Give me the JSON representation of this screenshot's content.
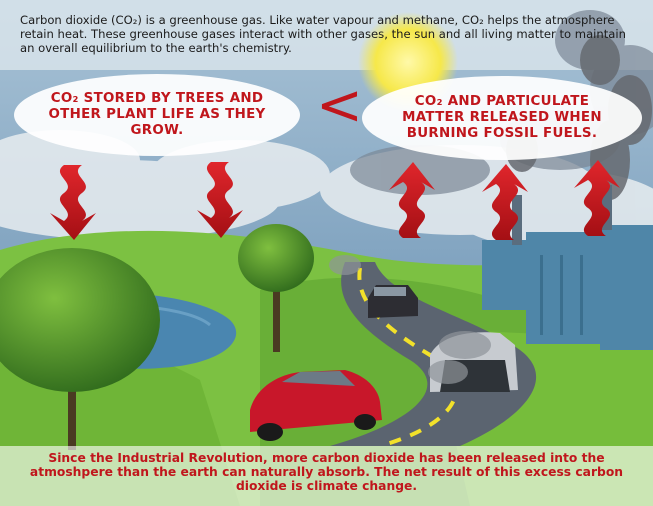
{
  "intro": {
    "text": "Carbon dioxide (CO₂) is a greenhouse gas.  Like water vapour and methane, CO₂ helps the atmosphere retain heat. These greenhouse gases interact with other gases, the sun and all living matter to maintain an overall equilibrium to the earth's chemistry."
  },
  "left_bubble": {
    "line1": "CO₂ STORED BY TREES AND",
    "line2": "OTHER PLANT LIFE AS THEY",
    "line3": "GROW."
  },
  "right_bubble": {
    "line1": "CO₂ AND PARTICULATE",
    "line2": "MATTER RELEASED WHEN",
    "line3": "BURNING FOSSIL FUELS."
  },
  "comparison_symbol": "<",
  "bottom": {
    "text": "Since the Industrial Revolution, more carbon dioxide has been released into the atmoshpere than the earth can naturally absorb. The net result of this excess carbon dioxide is climate change."
  },
  "colors": {
    "accent_red": "#c0161c",
    "sky": "#8fb2cc",
    "grass": "#7cc142",
    "road": "#5b6470",
    "water": "#4a86b0",
    "factory": "#4f86a8"
  }
}
